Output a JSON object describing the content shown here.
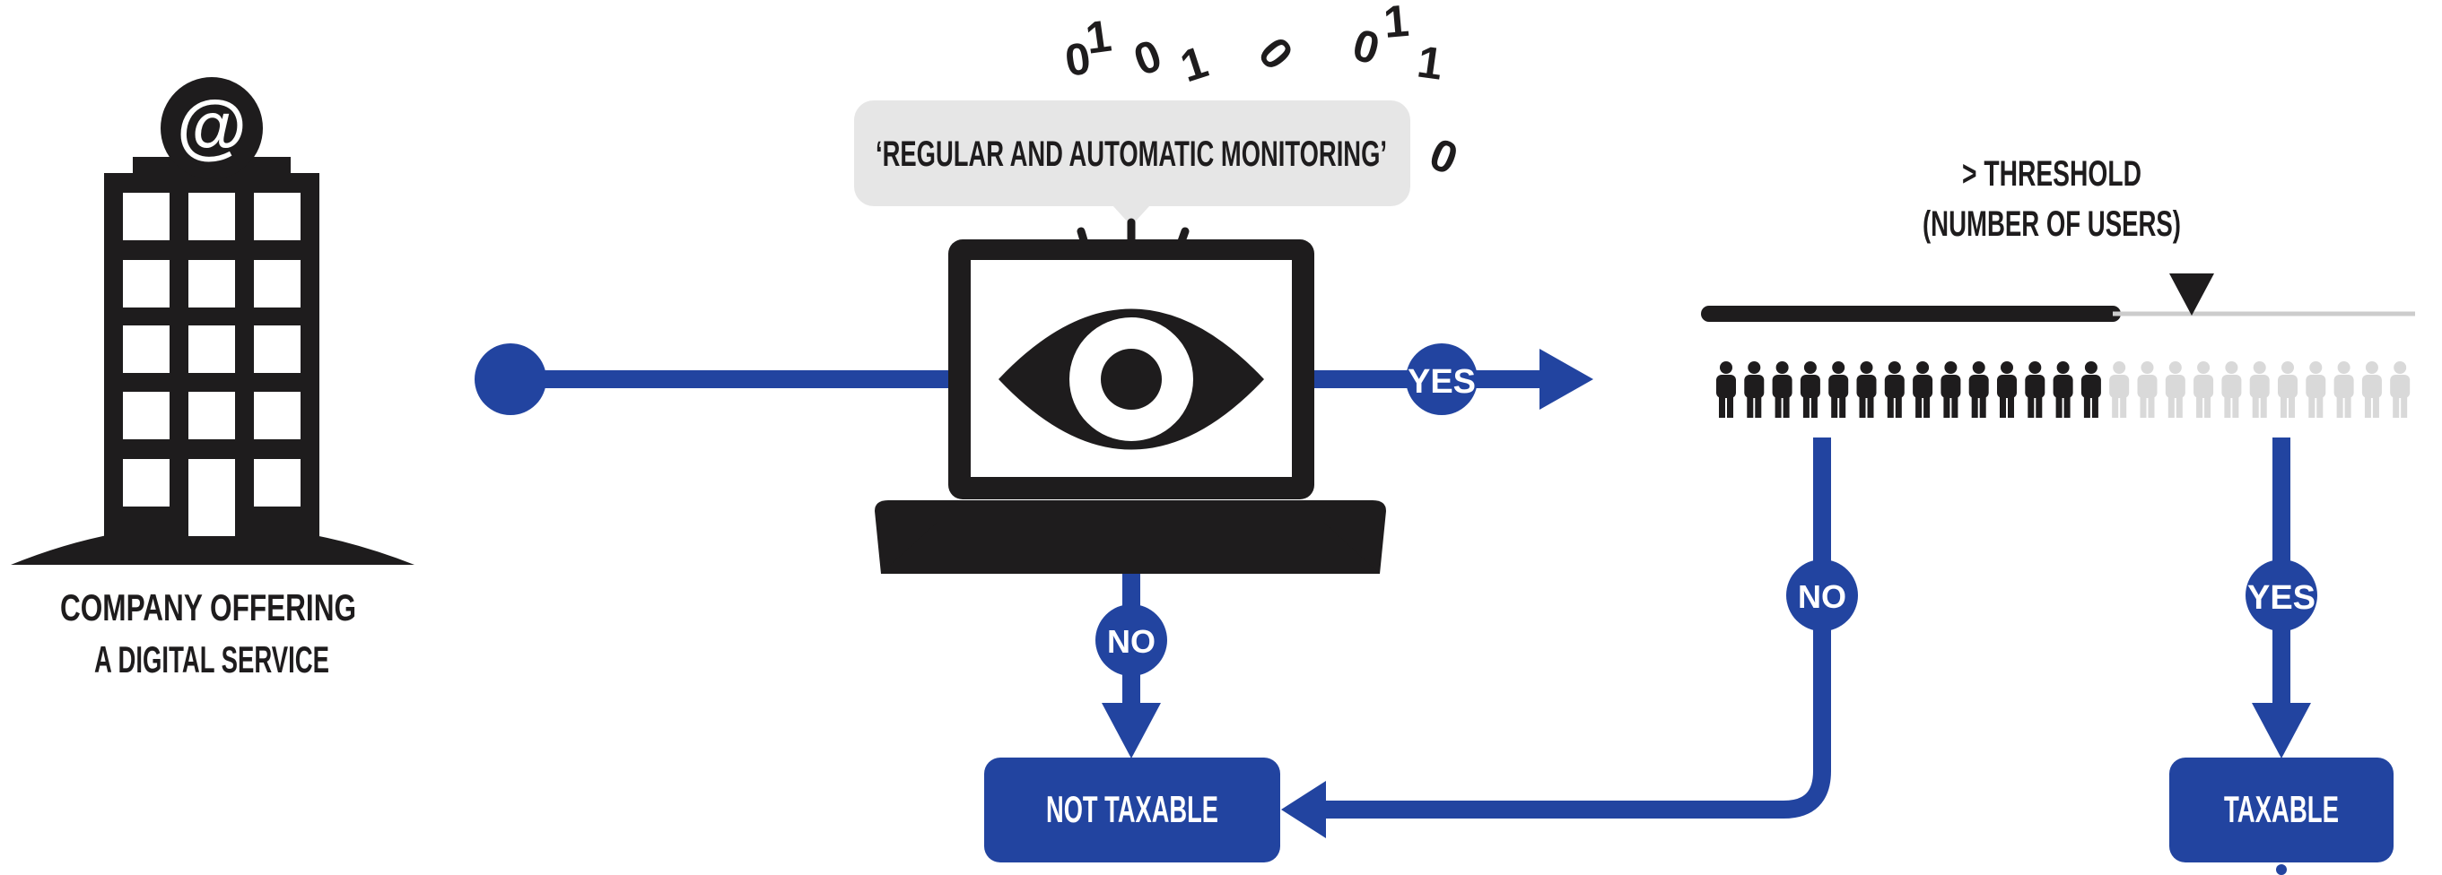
{
  "company": {
    "logo_symbol": "@",
    "label_line1": "COMPANY OFFERING",
    "label_line2": "A DIGITAL SERVICE"
  },
  "monitoring": {
    "quote": "‘REGULAR AND AUTOMATIC MONITORING’",
    "binary_digits": [
      "0",
      "1",
      "0",
      "1",
      "0",
      "0",
      "1",
      "1",
      "0"
    ]
  },
  "threshold": {
    "label_line1": "> THRESHOLD",
    "label_line2": "(NUMBER OF USERS)",
    "users_below_threshold": 14,
    "users_above_threshold": 11
  },
  "decisions": {
    "monitoring_yes": "YES",
    "monitoring_no": "NO",
    "threshold_no": "NO",
    "threshold_yes": "YES"
  },
  "outcomes": {
    "not_taxable": "NOT TAXABLE",
    "taxable": "TAXABLE"
  },
  "colors": {
    "blue": "#2244a0",
    "dark": "#1e1c1d",
    "grey_person": "#d9d9d9",
    "bubble": "#e6e6e6",
    "threshold_line_light": "#cccccc"
  }
}
